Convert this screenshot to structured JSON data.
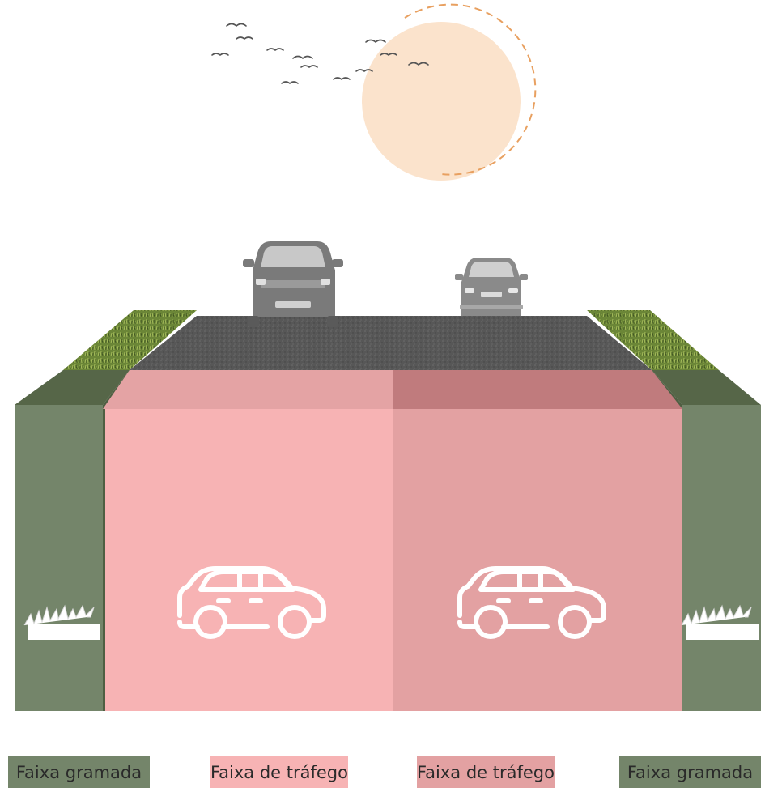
{
  "labels": {
    "grass_left": "Faixa gramada",
    "traffic_left": "Faixa de tráfego",
    "traffic_right": "Faixa de tráfego",
    "grass_right": "Faixa gramada"
  },
  "colors": {
    "grass_strip": "#74856a",
    "grass_strip_dark": "#4f5f43",
    "traffic_lane_left": "#f7b3b4",
    "traffic_lane_right": "#e3a1a2",
    "asphalt": "#5a5a5a",
    "turf": "#6f8a3a",
    "sun": "#fbe3cc",
    "sun_outline": "#e8a060",
    "car_icon": "#ffffff",
    "car_top_view": "#777777"
  },
  "icons": [
    "sun-icon",
    "bird-icon",
    "car-front-icon",
    "car-rear-icon",
    "car-side-icon",
    "grass-tuft-icon"
  ]
}
